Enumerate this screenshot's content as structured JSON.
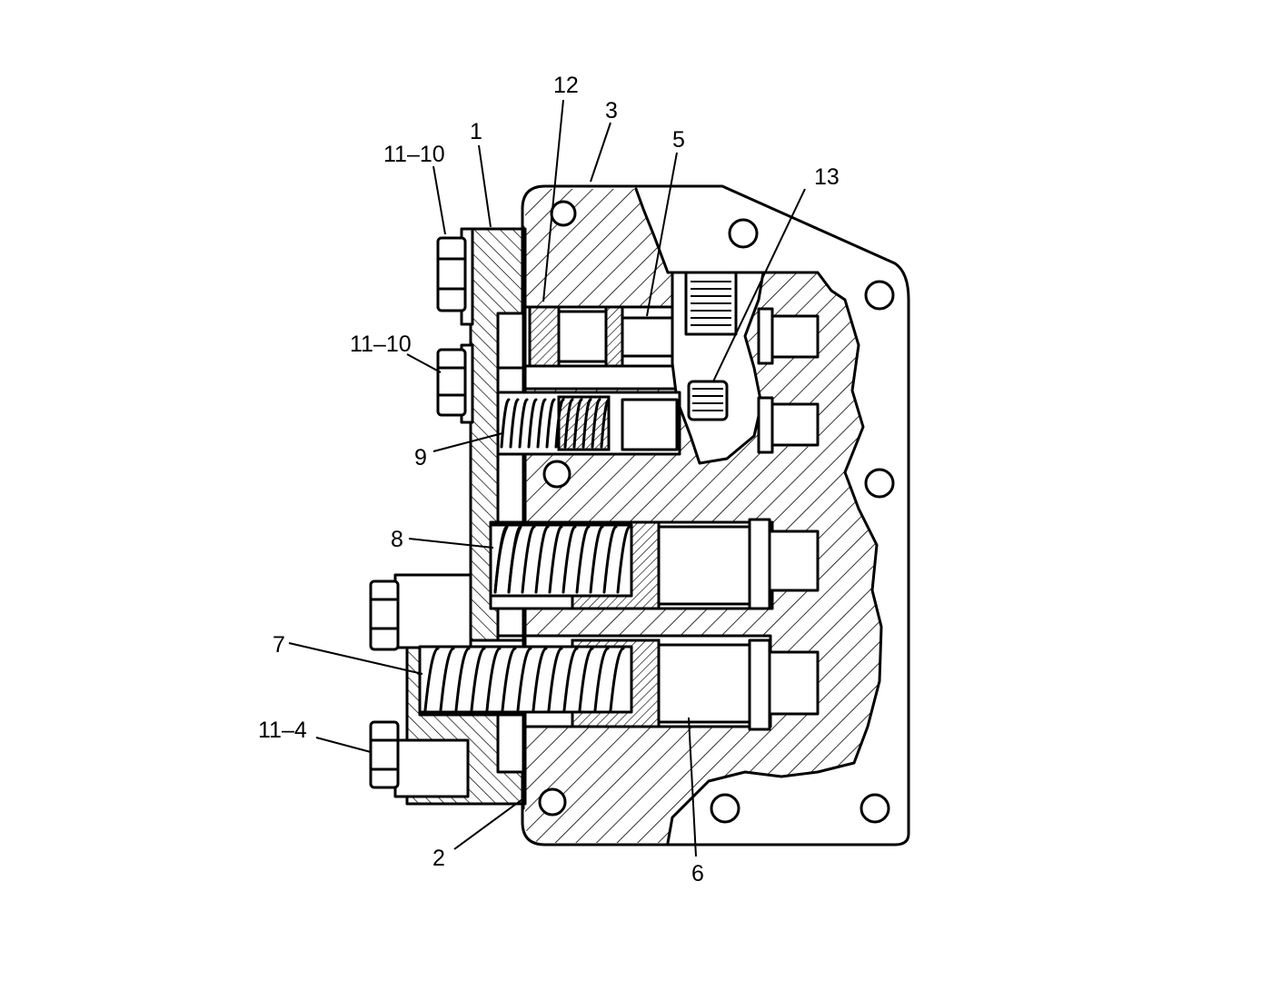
{
  "callouts": {
    "c1": "1",
    "c2": "2",
    "c3": "3",
    "c5": "5",
    "c6": "6",
    "c7": "7",
    "c8": "8",
    "c9": "9",
    "c12": "12",
    "c13": "13",
    "c11_10_top": "11–10",
    "c11_10_mid": "11–10",
    "c11_4": "11–4"
  }
}
